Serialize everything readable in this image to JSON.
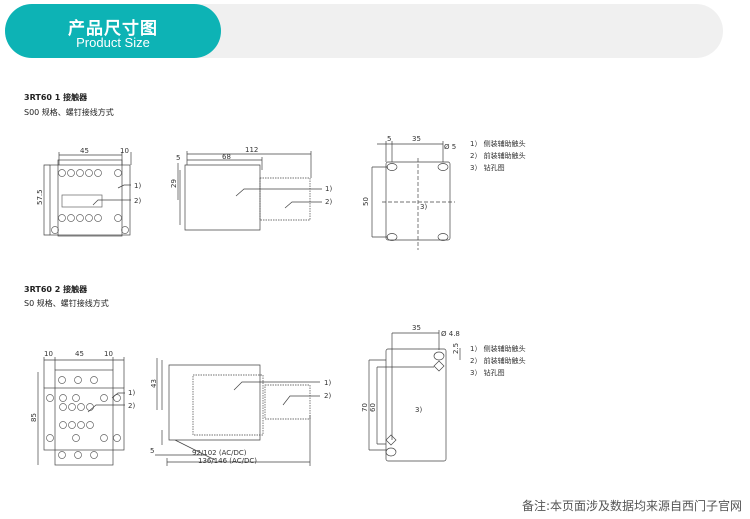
{
  "header": {
    "title_cn": "产品尺寸图",
    "title_en": "Product Size"
  },
  "sections": [
    {
      "title": "3RT60 1 接触器",
      "subtitle": "S00 规格、螺钉接线方式",
      "front": {
        "dims": [
          "45",
          "10",
          "57.5"
        ],
        "callouts": [
          "1)",
          "2)"
        ]
      },
      "side": {
        "dims": [
          "112",
          "5",
          "68",
          "29"
        ],
        "callouts": [
          "1)",
          "2)"
        ]
      },
      "holes": {
        "dims": [
          "5",
          "35",
          "Ø 5",
          "50"
        ],
        "label": "3)"
      },
      "legend": [
        "1） 侧装辅助触头",
        "2） 前装辅助触头",
        "3） 钻孔图"
      ]
    },
    {
      "title": "3RT60 2 接触器",
      "subtitle": "S0 规格、螺钉接线方式",
      "front": {
        "dims": [
          "10",
          "45",
          "10",
          "85"
        ],
        "callouts": [
          "1)",
          "2)"
        ]
      },
      "side": {
        "dims": [
          "43",
          "5",
          "92/102 (AC/DC)",
          "136/146 (AC/DC)"
        ],
        "callouts": [
          "1)",
          "2)"
        ]
      },
      "holes": {
        "dims": [
          "35",
          "Ø 4.8",
          "2.5",
          "70",
          "60"
        ],
        "label": "3)"
      },
      "legend": [
        "1） 侧装辅助触头",
        "2） 前装辅助触头",
        "3） 钻孔图"
      ]
    }
  ],
  "footer": "备注:本页面涉及数据均来源自西门子官网"
}
